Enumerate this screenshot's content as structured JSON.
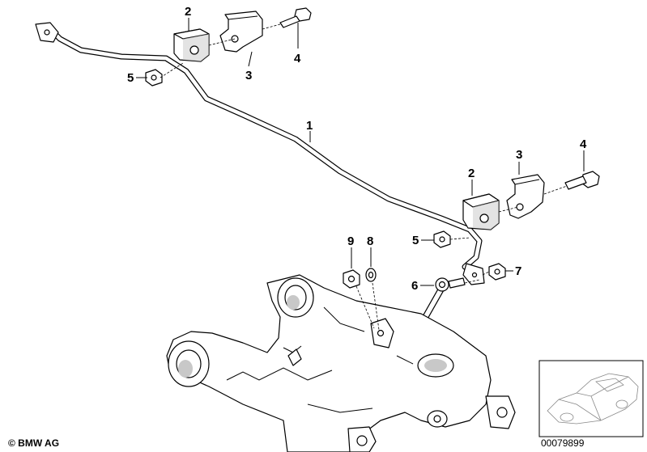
{
  "callouts": {
    "c1": "1",
    "c2a": "2",
    "c2b": "2",
    "c3a": "3",
    "c3b": "3",
    "c4a": "4",
    "c4b": "4",
    "c5a": "5",
    "c5b": "5",
    "c6": "6",
    "c7": "7",
    "c8": "8",
    "c9": "9"
  },
  "footer": {
    "copyright": "© BMW AG",
    "image_number": "00079899"
  }
}
